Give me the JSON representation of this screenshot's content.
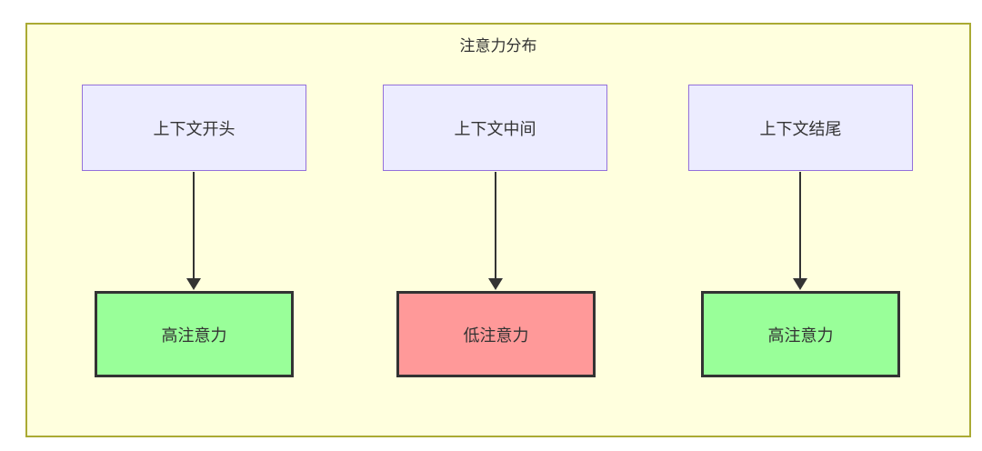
{
  "diagram": {
    "type": "flowchart",
    "title": "注意力分布",
    "columns": [
      {
        "top": {
          "label": "上下文开头"
        },
        "edge": {
          "style": "arrow-down"
        },
        "bottom": {
          "label": "高注意力",
          "level": "high"
        }
      },
      {
        "top": {
          "label": "上下文中间"
        },
        "edge": {
          "style": "arrow-down"
        },
        "bottom": {
          "label": "低注意力",
          "level": "low"
        }
      },
      {
        "top": {
          "label": "上下文结尾"
        },
        "edge": {
          "style": "arrow-down"
        },
        "bottom": {
          "label": "高注意力",
          "level": "high"
        }
      }
    ],
    "colors": {
      "container_fill": "#ffffde",
      "container_border": "#aaaa33",
      "context_node_fill": "#ececff",
      "context_node_border": "#9370db",
      "high_attention_fill": "#99ff99",
      "low_attention_fill": "#ff9999",
      "result_node_border": "#333333",
      "edge_color": "#333333",
      "text_color": "#333333"
    }
  }
}
